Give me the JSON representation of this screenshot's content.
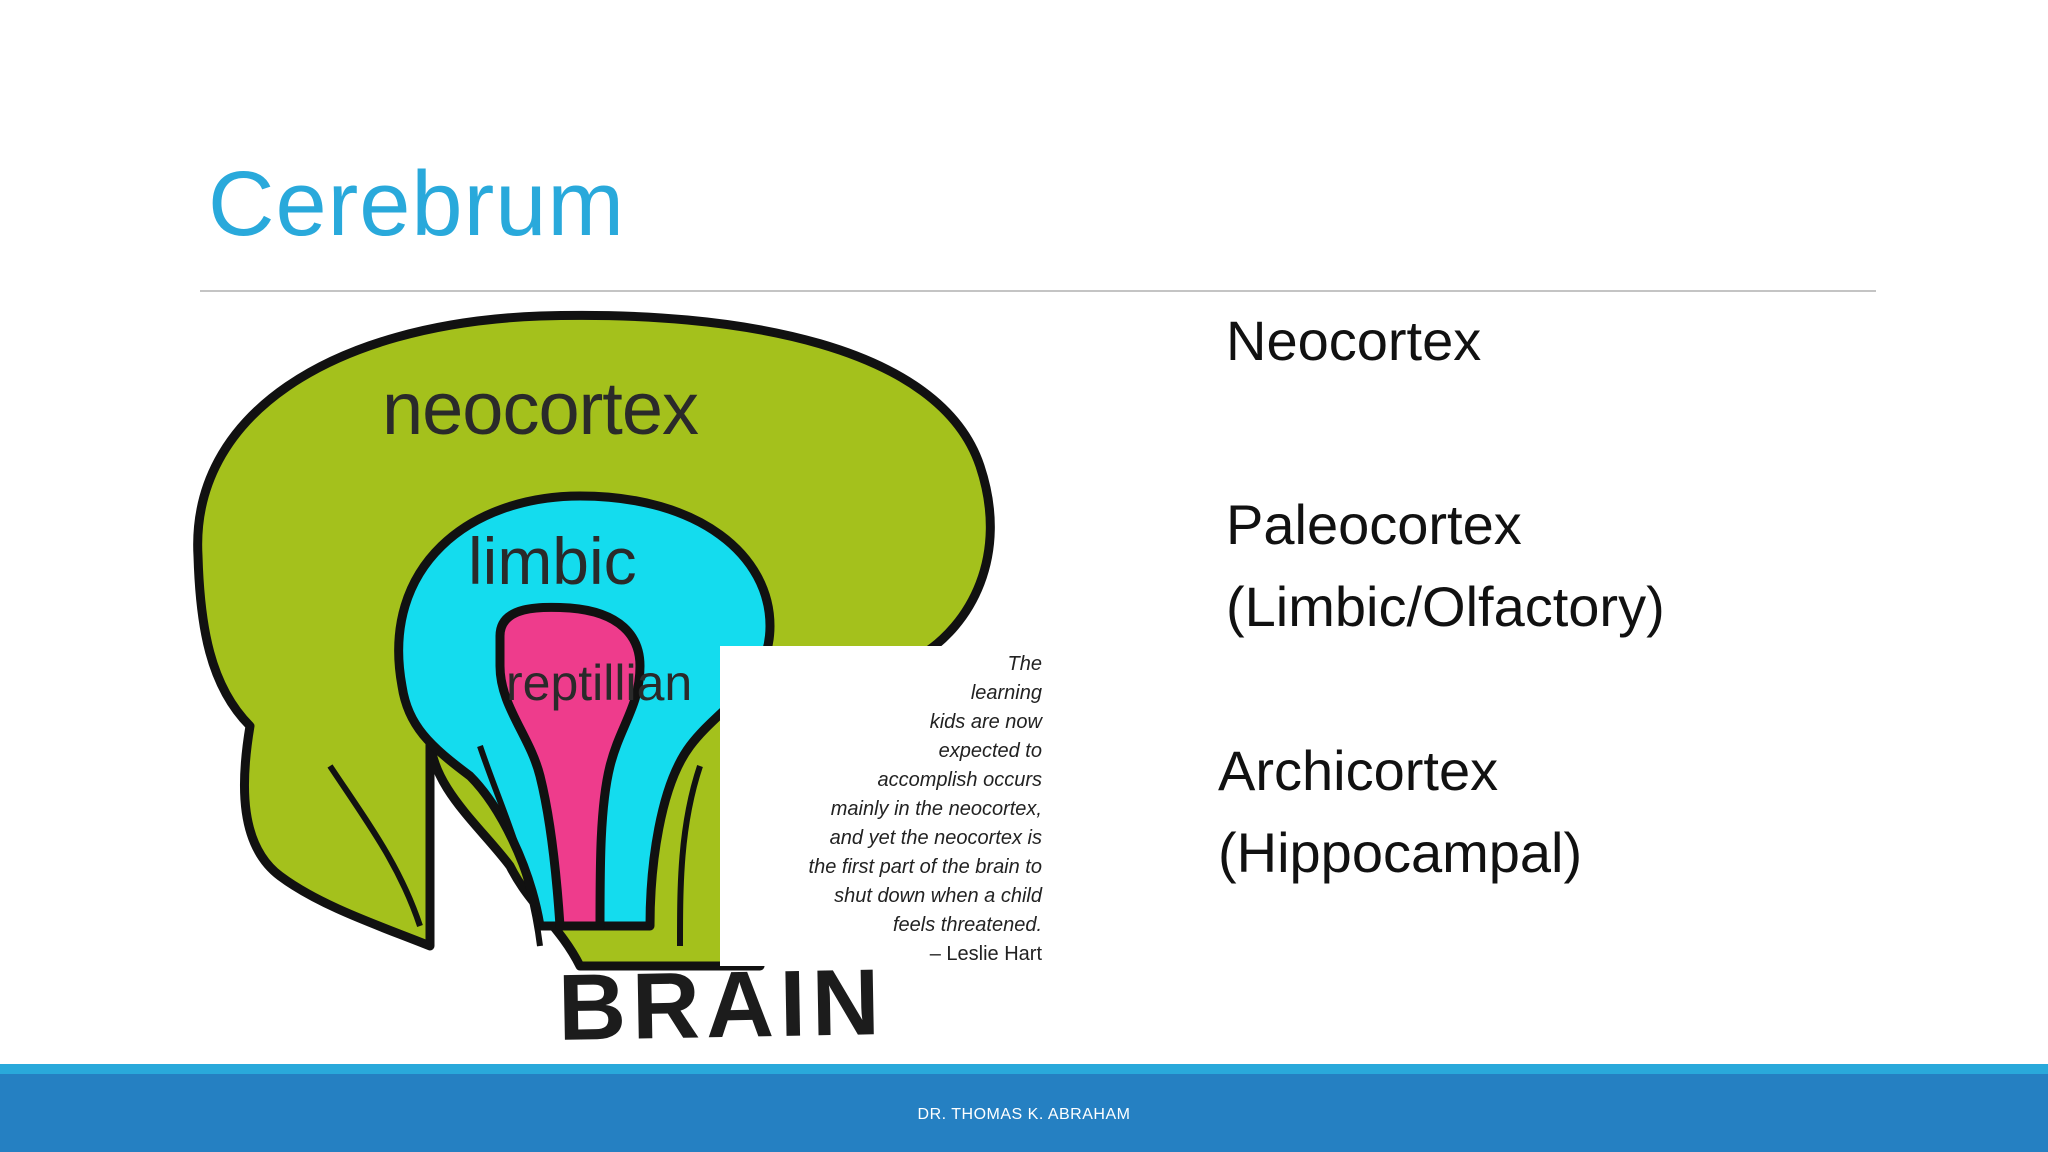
{
  "slide": {
    "title": "Cerebrum"
  },
  "figure": {
    "labels": {
      "neocortex": "neocortex",
      "limbic": "limbic",
      "reptilian": "reptillian",
      "brain": "BRAIN"
    },
    "quote": {
      "lines": [
        "The",
        "learning",
        "kids are now",
        "expected to",
        "accomplish occurs",
        "mainly in the neocortex,",
        "and yet the neocortex is",
        "the first part of the brain to",
        "shut down when a child",
        "feels threatened."
      ],
      "author": "– Leslie Hart"
    },
    "colors": {
      "neocortex": "#a4c11c",
      "limbic": "#14dcee",
      "reptilian": "#ee3c8c",
      "outline": "#111111"
    }
  },
  "terms": {
    "neocortex": "Neocortex",
    "paleocortex_line1": "Paleocortex",
    "paleocortex_line2": "(Limbic/Olfactory)",
    "archicortex_line1": "Archicortex",
    "archicortex_line2": "(Hippocampal)"
  },
  "footer": {
    "text": "DR. THOMAS K. ABRAHAM"
  },
  "theme": {
    "title_color": "#29a9db",
    "footer_color": "#2580c2",
    "footer_accent": "#29a9db"
  }
}
